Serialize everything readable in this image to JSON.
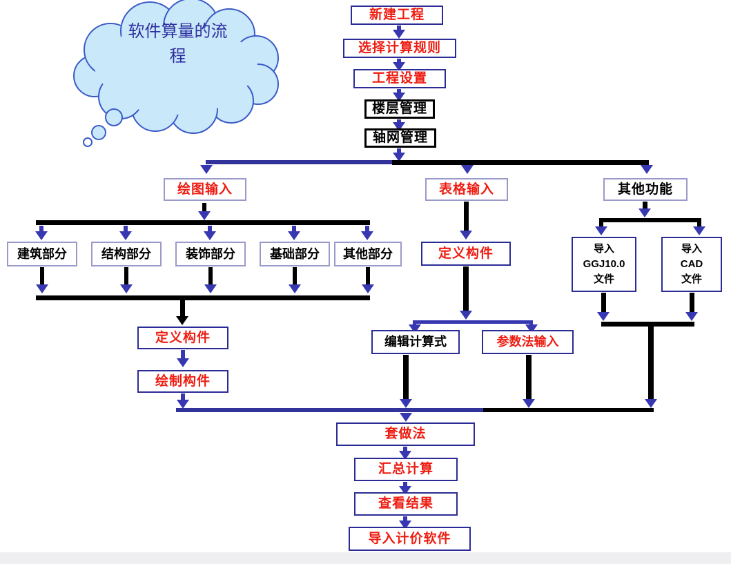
{
  "cloud": {
    "label": "软件算量的流\n程"
  },
  "nodes": {
    "new_project": "新建工程",
    "select_rule": "选择计算规则",
    "project_setup": "工程设置",
    "floor_mgmt": "楼层管理",
    "grid_mgmt": "轴网管理",
    "draw_input": "绘图输入",
    "table_input": "表格输入",
    "other_funcs": "其他功能",
    "arch_part": "建筑部分",
    "struct_part": "结构部分",
    "decor_part": "装饰部分",
    "found_part": "基础部分",
    "other_part": "其他部分",
    "define_comp_left": "定义构件",
    "draw_comp": "绘制构件",
    "define_comp_mid": "定义构件",
    "edit_formula": "编辑计算式",
    "param_input": "参数法输入",
    "import_ggj": "导入\nGGJ10.0\n文件",
    "import_cad": "导入\nCAD\n文件",
    "apply_method": "套做法",
    "summary_calc": "汇总计算",
    "view_results": "查看结果",
    "import_pricing": "导入计价软件"
  },
  "colors": {
    "red_text": "#ee1c11",
    "blue_arrow": "#3737b2",
    "navy_line": "#32329b",
    "black_line": "#000000",
    "border_strong": "#2b2b96",
    "border_light": "#9a9aca",
    "cloud_fill": "#c9e8fa",
    "cloud_stroke": "#3a5bc7",
    "cloud_text": "#2f2f9e",
    "footer_bar": "#efeff2"
  }
}
